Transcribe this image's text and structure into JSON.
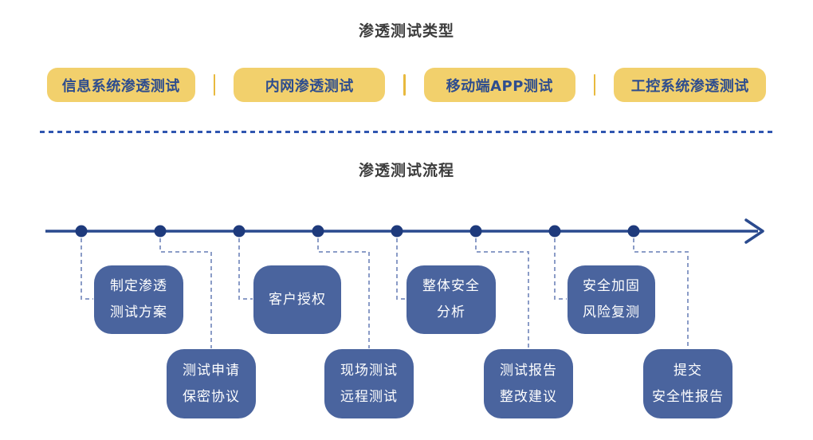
{
  "types_section": {
    "title": "渗透测试类型",
    "boxes": [
      "信息系统渗透测试",
      "内网渗透测试",
      "移动端APP测试",
      "工控系统渗透测试"
    ]
  },
  "process_section": {
    "title": "渗透测试流程",
    "steps": [
      {
        "order": 1,
        "position": "top",
        "lines": [
          "制定渗透",
          "测试方案"
        ]
      },
      {
        "order": 2,
        "position": "bottom",
        "lines": [
          "测试申请",
          "保密协议"
        ]
      },
      {
        "order": 3,
        "position": "top",
        "lines": [
          "客户授权"
        ]
      },
      {
        "order": 4,
        "position": "bottom",
        "lines": [
          "现场测试",
          "远程测试"
        ]
      },
      {
        "order": 5,
        "position": "top",
        "lines": [
          "整体安全",
          "分析"
        ]
      },
      {
        "order": 6,
        "position": "bottom",
        "lines": [
          "测试报告",
          "整改建议"
        ]
      },
      {
        "order": 7,
        "position": "top",
        "lines": [
          "安全加固",
          "风险复测"
        ]
      },
      {
        "order": 8,
        "position": "bottom",
        "lines": [
          "提交",
          "安全性报告"
        ]
      }
    ]
  },
  "colors": {
    "accent_yellow": "#f2d06c",
    "divider_yellow": "#e8b93e",
    "navy_text": "#2e4d8e",
    "box_blue": "#4a649e",
    "box_text": "#ffffff",
    "timeline_blue": "#2a4a8e",
    "dot_blue": "#1e3a7c",
    "connector_blue": "#8b9cc7",
    "divider_dash_blue": "#3056b0",
    "title_gray": "#3d3d3d",
    "page_bg": "#ffffff"
  }
}
